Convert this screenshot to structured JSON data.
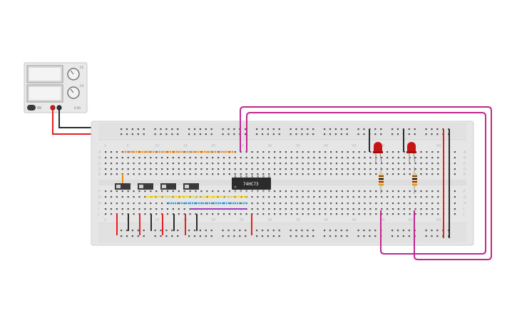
{
  "chip": {
    "label": "74HC73"
  },
  "power_supply": {
    "knob1_label": "CC",
    "knob2_label": "CV",
    "brand": "0.00"
  },
  "breadboard": {
    "column_numbers": [
      "1",
      "5",
      "10",
      "15",
      "20",
      "25",
      "30",
      "35",
      "40",
      "45",
      "50",
      "55",
      "60"
    ],
    "row_letters_top": [
      "A",
      "B",
      "C",
      "D",
      "E"
    ],
    "row_letters_bottom": [
      "F",
      "G",
      "H",
      "I",
      "J"
    ]
  },
  "colors": {
    "board": "#e6e6e6",
    "wire_red": "#e41f1f",
    "wire_black": "#2b2b2b",
    "wire_magenta": "#c0288f",
    "wire_orange": "#f08a1c",
    "wire_yellow": "#f2d11b",
    "wire_blue": "#2aa2e0",
    "wire_purple": "#9b3fc4",
    "led_red": "#c81414",
    "chip": "#2b2b2b"
  },
  "components": {
    "switch_count": 4,
    "led_count": 2,
    "resistor_count": 2
  }
}
